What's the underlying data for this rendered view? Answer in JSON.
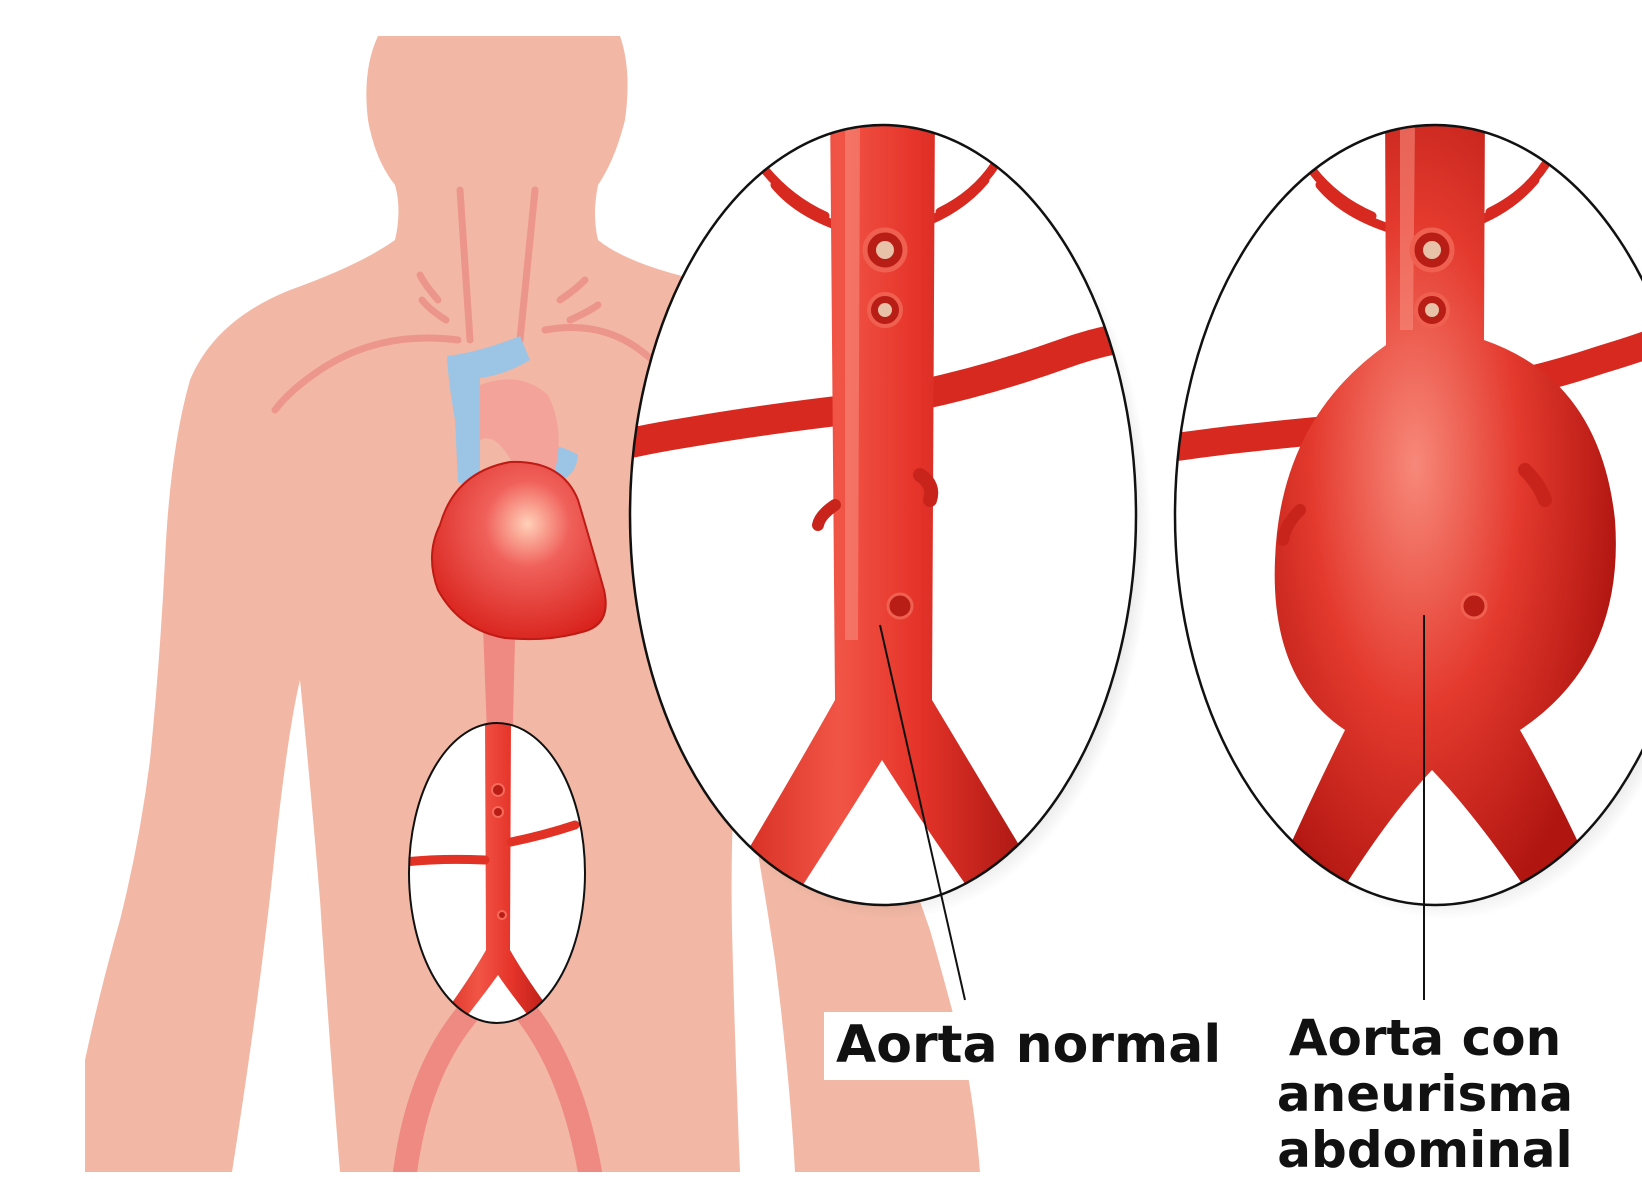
{
  "labels": {
    "normal": "Aorta normal",
    "aneurysm": [
      "Aorta con",
      "aneurisma",
      "abdominal"
    ]
  },
  "colors": {
    "skin": "#f2b8a5",
    "artery": "#e23226",
    "artery_dark": "#b81d16",
    "artery_light": "#f56a5a",
    "vein": "#9cc4e4",
    "background": "#ffffff",
    "outline": "#111111"
  }
}
